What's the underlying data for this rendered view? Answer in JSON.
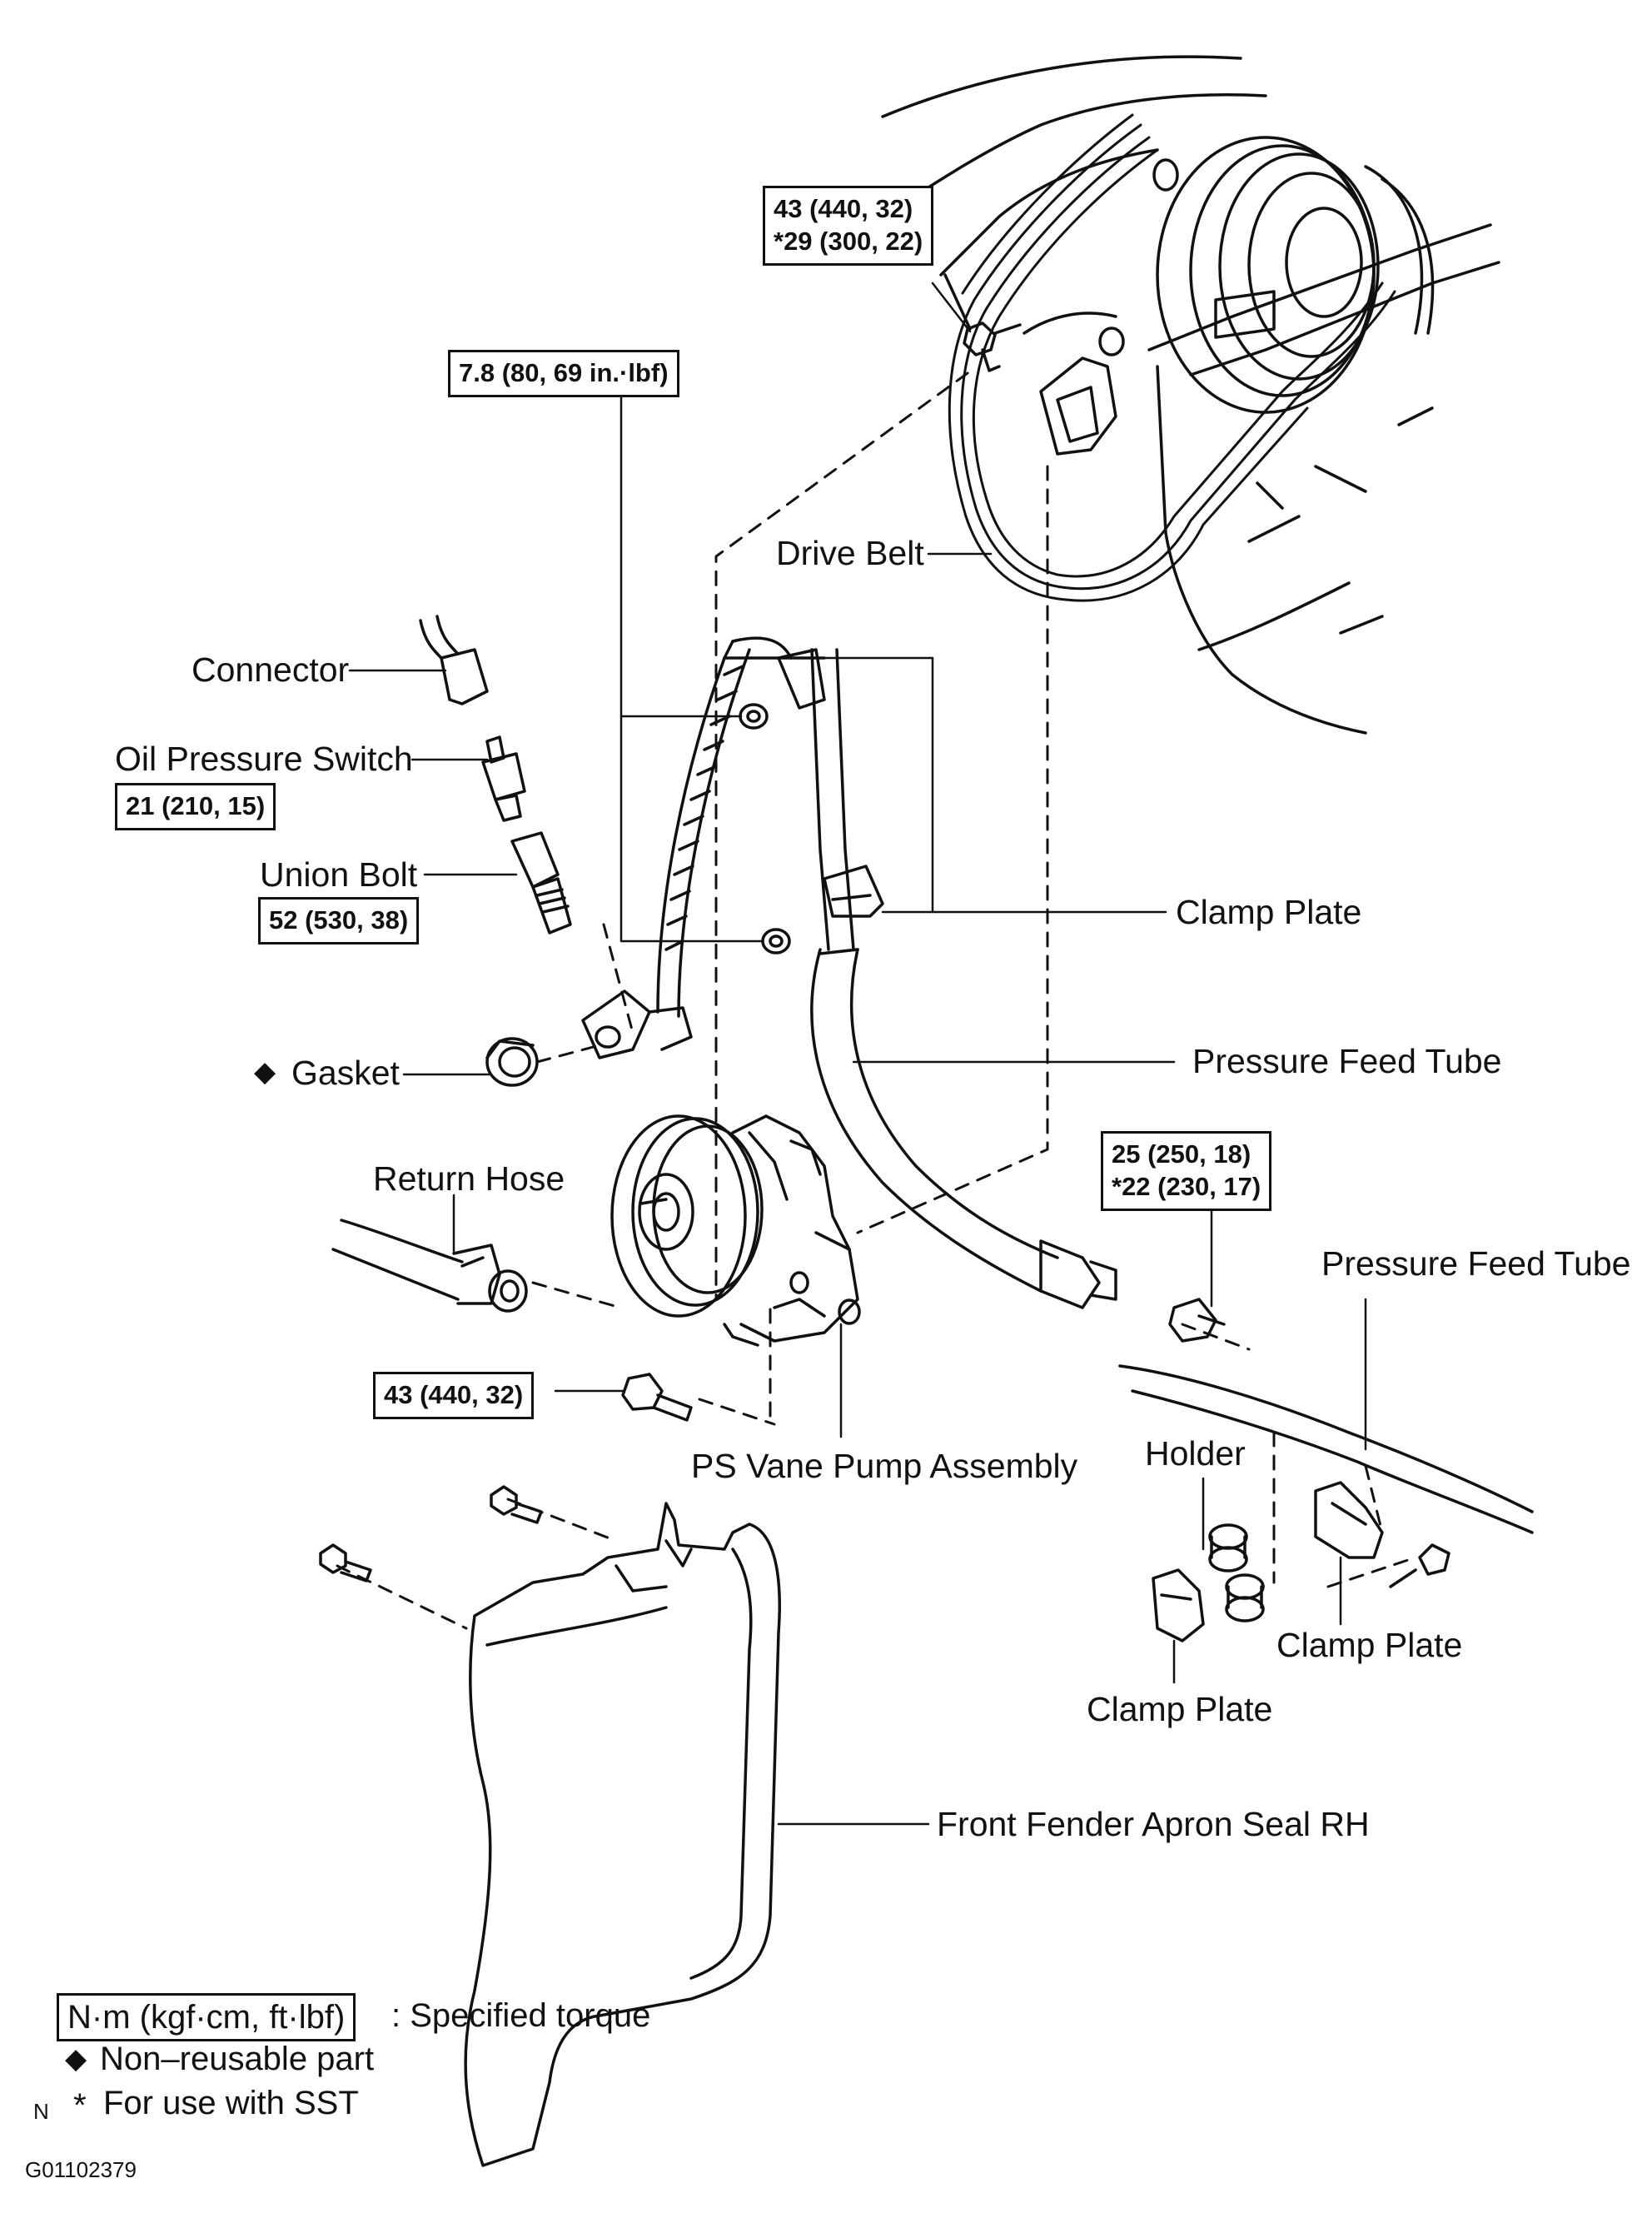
{
  "parts": {
    "connector": "Connector",
    "oil_pressure_switch": "Oil Pressure Switch",
    "union_bolt": "Union Bolt",
    "gasket": "Gasket",
    "return_hose": "Return Hose",
    "drive_belt": "Drive Belt",
    "clamp_plate_upper": "Clamp Plate",
    "pressure_feed_tube_upper": "Pressure Feed Tube",
    "pressure_feed_tube_lower": "Pressure Feed Tube",
    "ps_vane_pump": "PS Vane Pump Assembly",
    "holder": "Holder",
    "clamp_plate_right": "Clamp Plate",
    "clamp_plate_bottom": "Clamp Plate",
    "front_fender_apron_seal": "Front Fender Apron Seal RH"
  },
  "torques": {
    "top_bolt": [
      "43 (440, 32)",
      "*29 (300, 22)"
    ],
    "clamp_nuts": [
      "7.8 (80, 69 in.·lbf)"
    ],
    "oil_pressure_switch": [
      "21 (210, 15)"
    ],
    "union_bolt": [
      "52 (530, 38)"
    ],
    "pump_bolt": [
      "43 (440, 32)"
    ],
    "feed_tube_nut": [
      "25 (250, 18)",
      "*22 (230, 17)"
    ]
  },
  "legend": {
    "unit_box": "N·m (kgf·cm, ft·lbf)",
    "unit_desc": ": Specified torque",
    "nonreusable_symbol": "◆",
    "nonreusable_desc": "Non–reusable part",
    "sst_symbol": "*",
    "sst_desc": "For use with SST"
  },
  "gasket_marker": "◆",
  "corner_mark": "N",
  "figure_id": "G01102379"
}
